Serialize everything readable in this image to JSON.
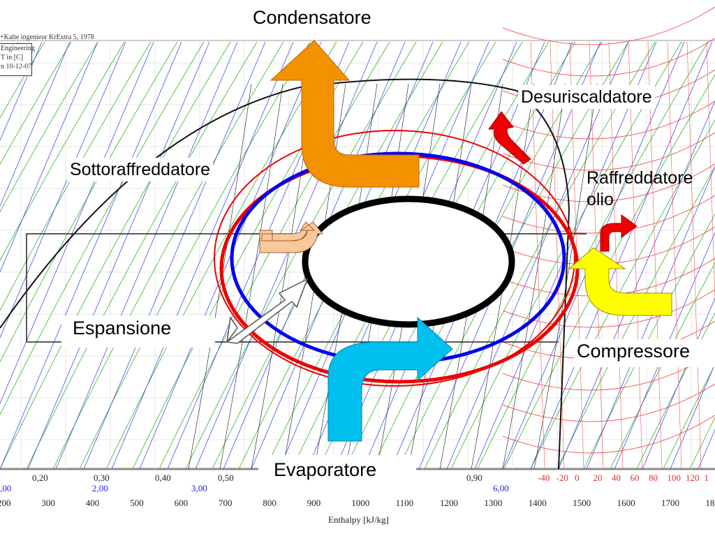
{
  "chart_header": {
    "source": "+Kalte ingenieur KrExtra 5, 1978",
    "info_lines": [
      "Engineering",
      "T in [C]",
      "n 10-12-07"
    ]
  },
  "labels": {
    "condenser": "Condensatore",
    "desuperheater": "Desuriscaldatore",
    "subcooler": "Sottoraffreddatore",
    "oil_cooler": "Raffreddatore olio",
    "expansion": "Espansione",
    "compressor": "Compressore",
    "evaporator": "Evaporatore"
  },
  "axis": {
    "xlabel": "Enthalpy [kJ/kg]",
    "enthalpy_ticks": [
      "200",
      "300",
      "400",
      "500",
      "600",
      "700",
      "800",
      "900",
      "1000",
      "1100",
      "1200",
      "1300",
      "1400",
      "1500",
      "1600",
      "1700",
      "18"
    ],
    "quality_ticks": [
      "0,20",
      "0,30",
      "0,40",
      "0,50",
      "0,90"
    ],
    "entropy_ticks": [
      ",00",
      "2,00",
      "3,00",
      "6,00"
    ],
    "temperature_ticks": [
      "-40",
      "-20",
      "0",
      "20",
      "40",
      "60",
      "80",
      "100",
      "120",
      "1"
    ]
  },
  "colors": {
    "condenser_arrow": "#f39200",
    "desuperheater_arrow": "#ee0000",
    "oil_cooler_arrow": "#ee0000",
    "compressor_arrow": "#ffff00",
    "evaporator_arrow": "#00c0f0",
    "subcooler_arrow": "#f9c89b",
    "cycle_red": "#ee0000",
    "cycle_blue": "#0000ee"
  }
}
